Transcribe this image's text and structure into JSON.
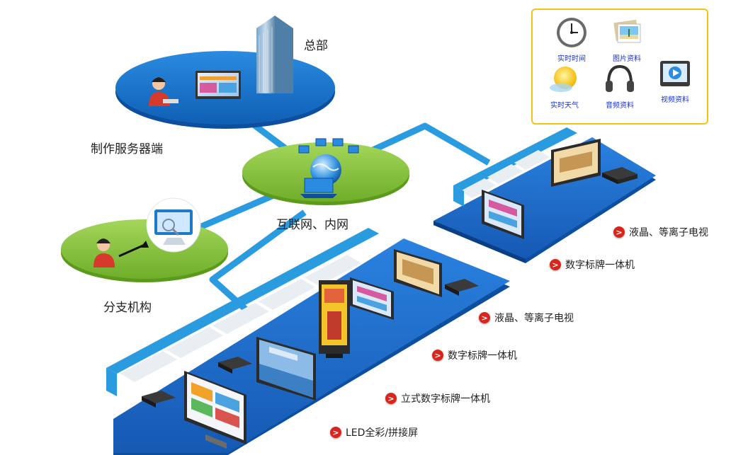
{
  "labels": {
    "hq": "总部",
    "server": "制作服务器端",
    "network": "互联网、内网",
    "branch": "分支机构"
  },
  "upper_list": [
    "液晶、等离子电视",
    "数字标牌一体机"
  ],
  "lower_list": [
    "液晶、等离子电视",
    "数字标牌一体机",
    "立式数字标牌一体机",
    "LED全彩/拼接屏"
  ],
  "legend": [
    {
      "icon": "clock-icon",
      "label": "实时时间"
    },
    {
      "icon": "picture-icon",
      "label": "图片资料"
    },
    {
      "icon": "weather-sun-icon",
      "label": "实时天气"
    },
    {
      "icon": "headphones-icon",
      "label": "音频资料"
    },
    {
      "icon": "video-icon",
      "label": "视频资料"
    }
  ],
  "colors": {
    "hq_ellipse": "#1f78c8",
    "green_ellipse": "#8cc63f",
    "platform": "#1c6fd1",
    "pipe": "#2b9be0",
    "bullet": "#d8261c",
    "legend_border": "#f0c419"
  }
}
